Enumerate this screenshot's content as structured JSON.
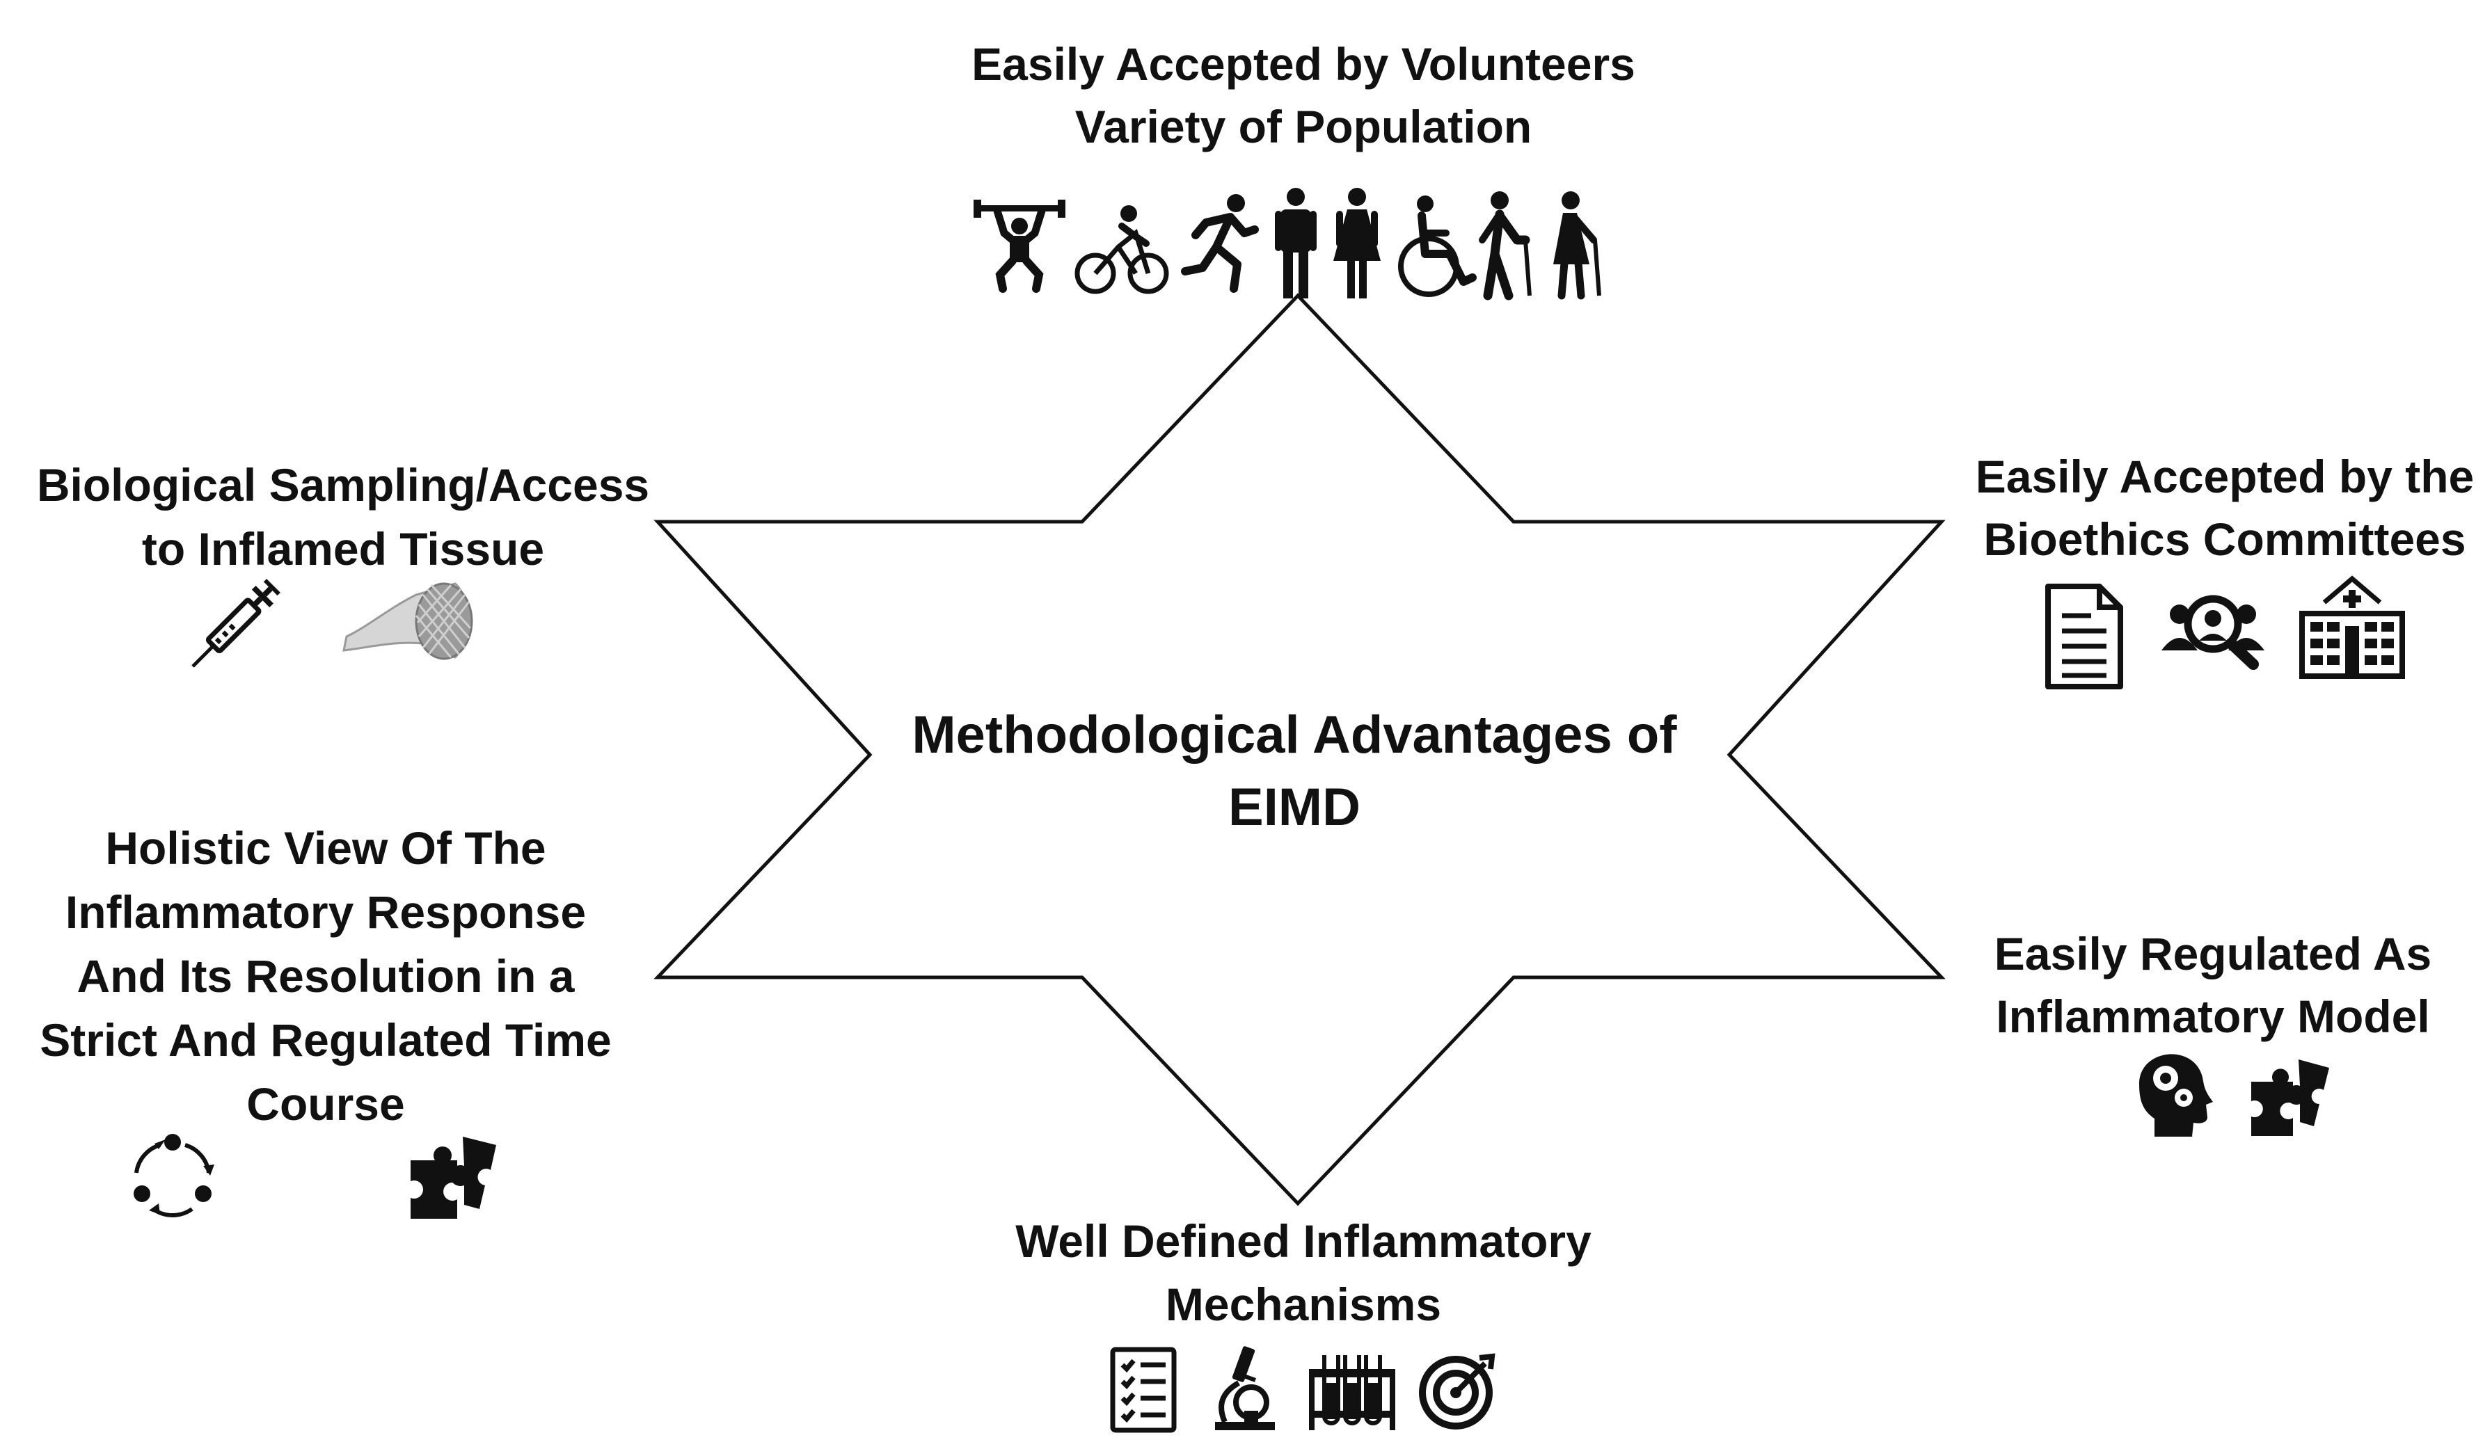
{
  "center_label": {
    "lines": [
      "Methodological Advantages of",
      "EIMD"
    ]
  },
  "advantages": {
    "top": {
      "lines": [
        "Easily Accepted by Volunteers",
        "Variety of Population"
      ],
      "icons": [
        "weightlifter-icon",
        "cyclist-icon",
        "runner-icon",
        "man-icon",
        "woman-icon",
        "wheelchair-user-icon",
        "elderly-man-icon",
        "elderly-woman-icon"
      ]
    },
    "top_right": {
      "lines": [
        "Easily Accepted by the",
        "Bioethics Committees"
      ],
      "icons": [
        "document-icon",
        "committee-search-icon",
        "hospital-icon"
      ]
    },
    "bottom_right": {
      "lines": [
        "Easily Regulated As",
        "Inflammatory Model"
      ],
      "icons": [
        "head-gears-icon",
        "puzzle-icon"
      ]
    },
    "bottom": {
      "lines": [
        "Well Defined Inflammatory",
        "Mechanisms"
      ],
      "icons": [
        "checklist-icon",
        "microscope-icon",
        "test-tubes-icon",
        "target-icon"
      ]
    },
    "bottom_left": {
      "lines": [
        "Holistic View Of The",
        "Inflammatory Response",
        "And Its Resolution in a",
        "Strict And Regulated Time",
        "Course"
      ],
      "icons": [
        "cycle-icon",
        "puzzle-icon"
      ]
    },
    "top_left": {
      "lines": [
        "Biological Sampling/Access",
        "to Inflamed Tissue"
      ],
      "icons": [
        "syringe-icon",
        "muscle-tissue-icon"
      ]
    }
  },
  "colors": {
    "ink": "#111111",
    "star_fill": "#ffffff",
    "tissue": "#b8b8b8"
  }
}
